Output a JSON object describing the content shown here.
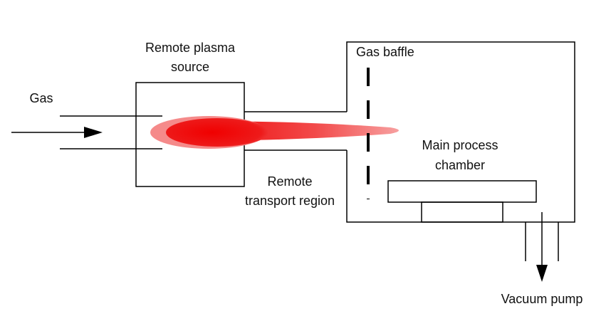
{
  "labels": {
    "gas": "Gas",
    "remote_plasma_source": [
      "Remote plasma",
      "source"
    ],
    "gas_baffle": "Gas baffle",
    "main_process_chamber": [
      "Main process",
      "chamber"
    ],
    "remote_transport_region": [
      "Remote",
      "transport region"
    ],
    "vacuum_pump": "Vacuum pump"
  },
  "colors": {
    "line": "#000000",
    "plasma_core": "#ee1111",
    "plasma_glow": "#f58a8a",
    "plasma_plume": "#f03a3a"
  }
}
